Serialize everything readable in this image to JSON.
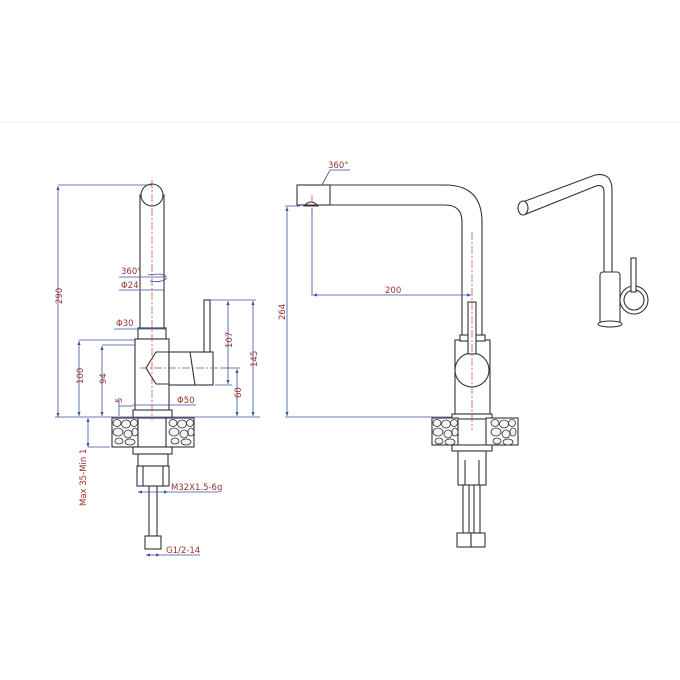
{
  "colors": {
    "dimension_text": "#9b2f2f",
    "dimension_line": "#3b4fa3",
    "outline": "#333333"
  },
  "front_view": {
    "height_total": "290",
    "rotation": "360°",
    "spout_diameter": "Φ24",
    "collar_diameter": "Φ30",
    "body_height": "100",
    "body_height_inner": "94",
    "base_offset": "5",
    "base_diameter": "Φ50",
    "lever_height": "107",
    "handle_height_total": "145",
    "handle_axis_height": "60",
    "counter_thickness": "Max 35-Min 1",
    "shank_thread": "M32X1.5-6g",
    "hose_thread": "G1/2-14"
  },
  "side_view": {
    "rotation": "360°",
    "spout_height": "264",
    "spout_reach": "200"
  }
}
